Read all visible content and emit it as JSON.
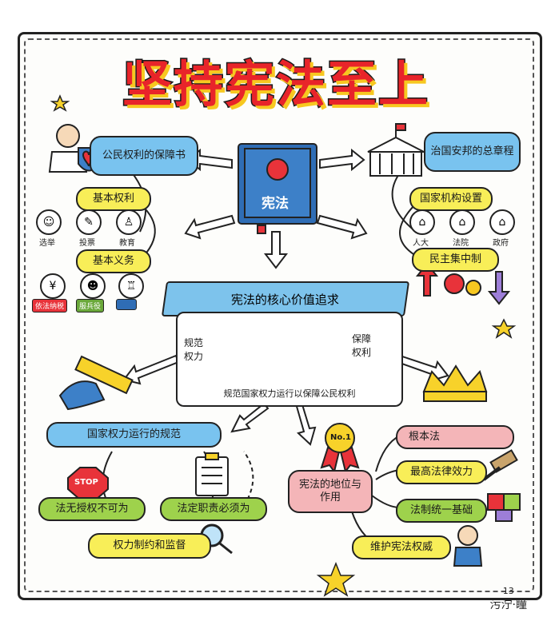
{
  "title": "坚持宪法至上",
  "center_book": {
    "label": "宪法"
  },
  "left_top": {
    "label": "公民权利的保障书"
  },
  "right_top": {
    "label": "治国安邦的总章程"
  },
  "basic_rights": {
    "label": "基本权利",
    "items": [
      "选举",
      "投票",
      "教育"
    ]
  },
  "basic_duties": {
    "label": "基本义务",
    "tags": [
      "依法纳税",
      "服兵役",
      ""
    ]
  },
  "state_organs": {
    "label": "国家机构设置",
    "items": [
      "人大",
      "法院",
      "政府"
    ]
  },
  "democratic_centralism": {
    "label": "民主集中制"
  },
  "core_value": {
    "label": "宪法的核心价值追求",
    "left_text": "规范权力",
    "right_text": "保障权利",
    "bottom_text": "规范国家权力运行以保障公民权利"
  },
  "power_norms": {
    "label": "国家权力运行的规范",
    "items": [
      "法无授权不可为",
      "法定职责必须为",
      "权力制约和监督"
    ],
    "stop_sign": "STOP"
  },
  "status": {
    "label": "宪法的地位与作用",
    "medal": "No.1",
    "items": [
      "根本法",
      "最高法律效力",
      "法制统一基础",
      "维护宪法权威"
    ]
  },
  "signature": {
    "page": "13",
    "name": "污泞·瞳"
  }
}
